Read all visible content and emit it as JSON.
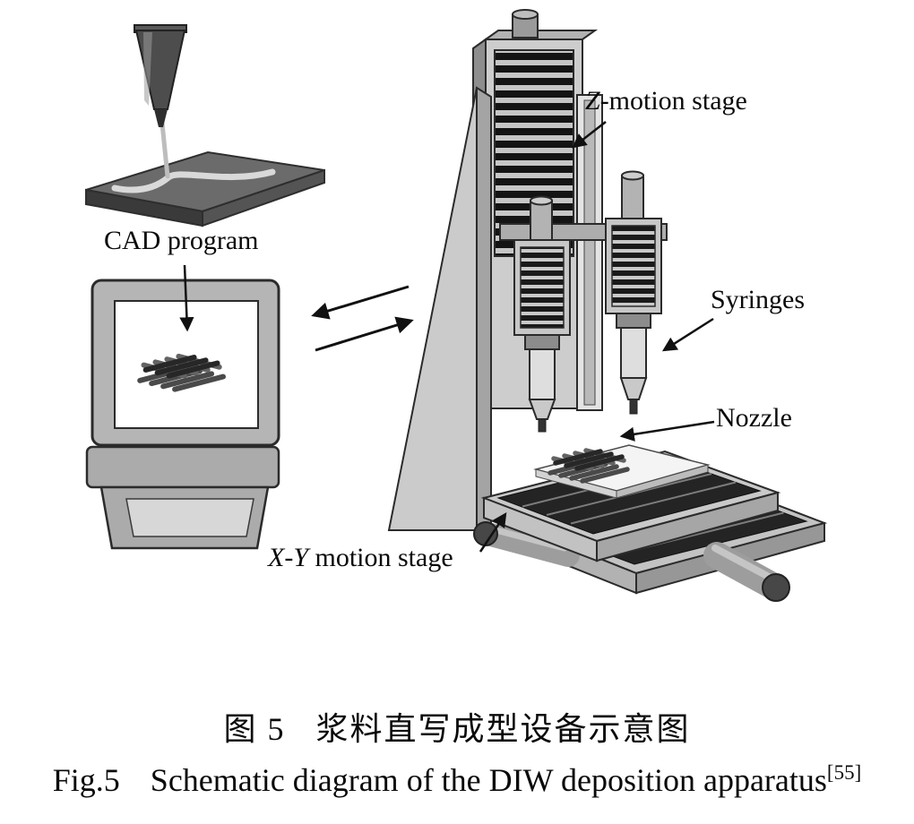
{
  "figure": {
    "diagram_labels": {
      "cad_program": "CAD program",
      "z_motion_stage": {
        "em": "Z",
        "rest": "-motion stage"
      },
      "syringes": "Syringes",
      "nozzle": "Nozzle",
      "xy_motion_stage": {
        "em": "X-Y",
        "rest": " motion stage"
      }
    },
    "caption_zh": {
      "fig_no": "图 5",
      "title": "浆料直写成型设备示意图"
    },
    "caption_en": {
      "fig_no": "Fig.5",
      "title": "Schematic diagram of the DIW deposition apparatus",
      "reference": "[55]"
    }
  },
  "colors": {
    "background": "#ffffff",
    "ink": "#111111",
    "machine_light_gray": "#cdcdcd",
    "machine_dark_gray": "#242424"
  }
}
